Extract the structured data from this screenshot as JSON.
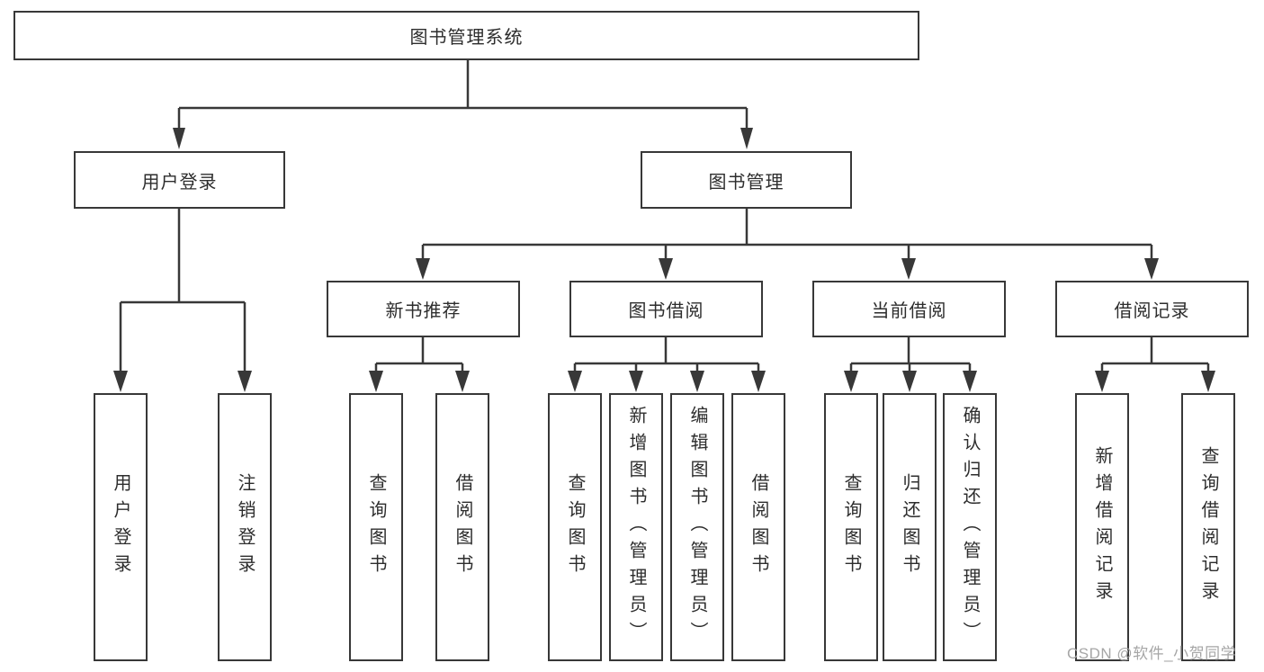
{
  "root": {
    "label": "图书管理系统"
  },
  "user_login": {
    "label": "用户登录",
    "children": [
      {
        "label": "用户登录"
      },
      {
        "label": "注销登录"
      }
    ]
  },
  "book_management": {
    "label": "图书管理",
    "sections": [
      {
        "label": "新书推荐",
        "children": [
          {
            "label": "查询图书"
          },
          {
            "label": "借阅图书"
          }
        ]
      },
      {
        "label": "图书借阅",
        "children": [
          {
            "label": "查询图书"
          },
          {
            "label": "新增图书（管理员）"
          },
          {
            "label": "编辑图书（管理员）"
          },
          {
            "label": "借阅图书"
          }
        ]
      },
      {
        "label": "当前借阅",
        "children": [
          {
            "label": "查询图书"
          },
          {
            "label": "归还图书"
          },
          {
            "label": "确认归还（管理员）"
          }
        ]
      },
      {
        "label": "借阅记录",
        "children": [
          {
            "label": "新增借阅记录"
          },
          {
            "label": "查询借阅记录"
          }
        ]
      }
    ]
  },
  "watermark": {
    "text": "CSDN @软件_小贺同学"
  },
  "colors": {
    "line": "#383838",
    "box_border": "#383838",
    "text": "#2d2d2d",
    "watermark": "#a6a6a6",
    "background": "#ffffff"
  }
}
